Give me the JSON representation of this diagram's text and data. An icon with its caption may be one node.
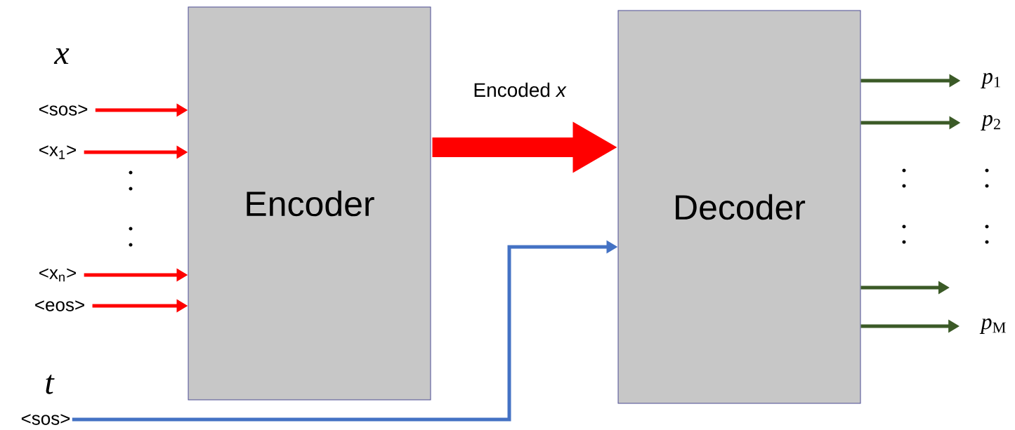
{
  "diagram": {
    "nodes": [
      {
        "text": [
          "Encoder"
        ]
      },
      {
        "text": [
          "Decoder"
        ]
      },
      {
        "text": [
          "<sos>"
        ]
      },
      {
        "text": [
          "<x$_{1}$>"
        ]
      },
      {
        "text": [
          "<x$_{n}$>"
        ]
      },
      {
        "text": [
          "<eos>"
        ]
      },
      {
        "text": [
          "<sos>"
        ]
      },
      {
        "text": [
          "*p*$_{1}$"
        ]
      },
      {
        "text": [
          "*p*$_{2}$"
        ]
      },
      {
        "text": [
          "*p*$_{M}$"
        ]
      }
    ],
    "edges": [
      {
        "from": 2,
        "to": 0,
        "arrow": "to",
        "color": "#ff0000"
      },
      {
        "from": 3,
        "to": 0,
        "arrow": "to",
        "color": "#ff0000"
      },
      {
        "from": 4,
        "to": 0,
        "arrow": "to",
        "color": "#ff0000"
      },
      {
        "from": 5,
        "to": 0,
        "arrow": "to",
        "color": "#ff0000"
      },
      {
        "from": 0,
        "to": 1,
        "arrow": "to",
        "label": "Encoded *x*",
        "style": "thick",
        "color": "#ff0000"
      },
      {
        "from": 6,
        "to": 1,
        "arrow": "to",
        "color": "#4472c4"
      },
      {
        "from": 1,
        "to": 7,
        "arrow": "to",
        "color": "#3b5a27"
      },
      {
        "from": 1,
        "to": 8,
        "arrow": "to",
        "color": "#3b5a27"
      },
      {
        "from": 1,
        "to": null,
        "arrow": "to",
        "color": "#3b5a27"
      },
      {
        "from": 1,
        "to": 9,
        "arrow": "to",
        "color": "#3b5a27"
      }
    ],
    "labels": [
      "x",
      "t"
    ]
  }
}
